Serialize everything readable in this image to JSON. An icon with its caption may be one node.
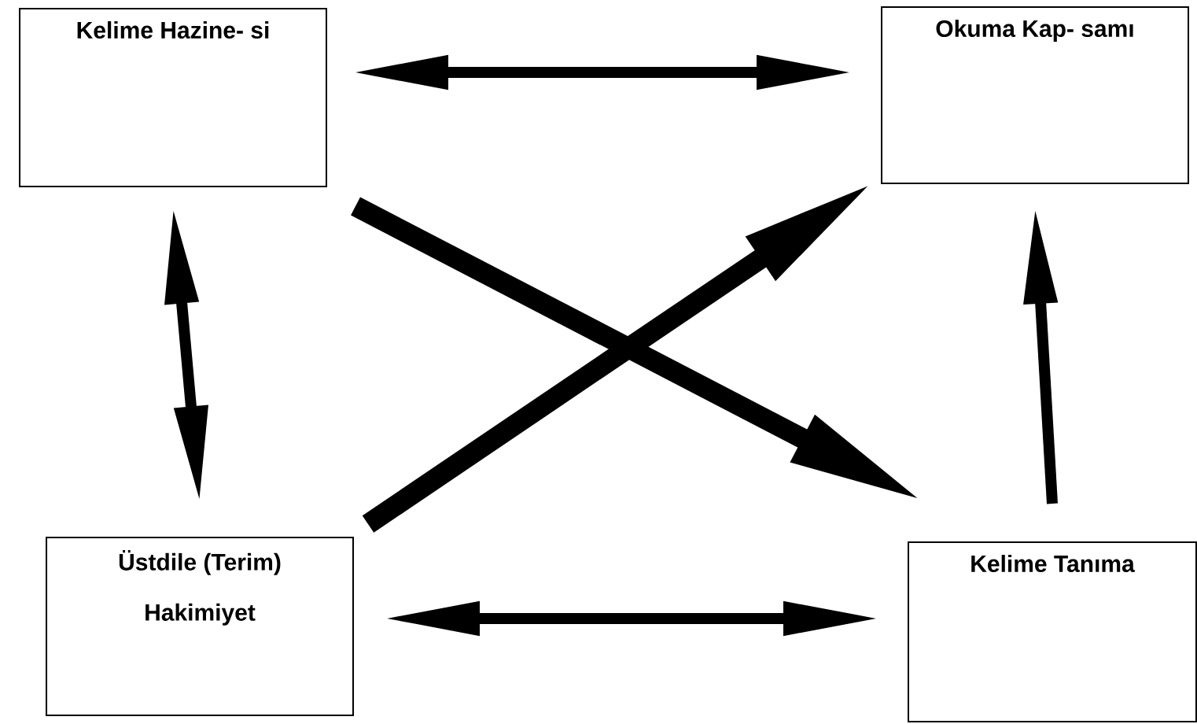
{
  "diagram": {
    "nodes": [
      {
        "text": [
          "Kelime Hazine- si"
        ]
      },
      {
        "text": [
          "Okuma Kap- samı"
        ]
      },
      {
        "text": [
          "Üstdile (Terim) Hakimiyet"
        ]
      },
      {
        "text": [
          "Kelime Tanıma"
        ]
      }
    ],
    "edges": [
      {
        "from": 0,
        "to": 1,
        "arrow": "both"
      },
      {
        "from": 0,
        "to": 2,
        "arrow": "both"
      },
      {
        "from": 2,
        "to": 3,
        "arrow": "both"
      },
      {
        "from": 3,
        "to": 1,
        "arrow": "to"
      },
      {
        "from": 0,
        "to": 3,
        "arrow": "to",
        "style": "thick"
      },
      {
        "from": 2,
        "to": 1,
        "arrow": "to",
        "style": "thick"
      }
    ]
  }
}
